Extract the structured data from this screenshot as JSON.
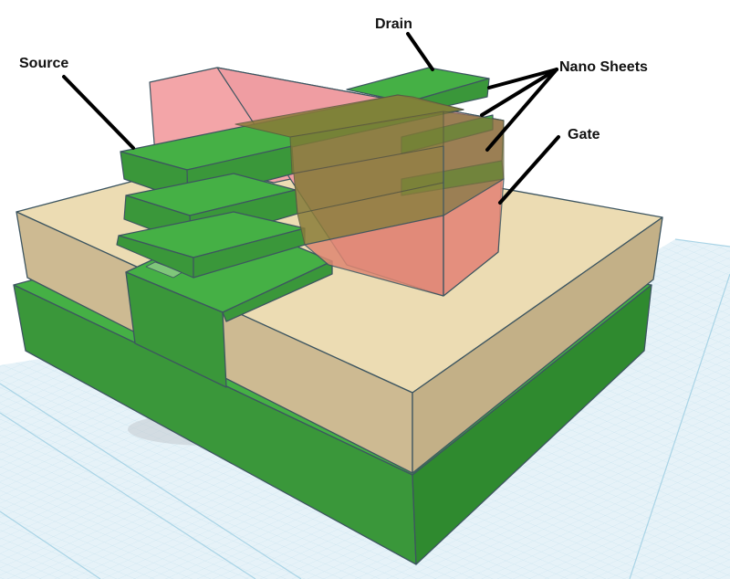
{
  "labels": {
    "drain": "Drain",
    "source": "Source",
    "nano_sheets": "Nano Sheets",
    "gate": "Gate"
  },
  "colors": {
    "workplane": "#e4f1f7",
    "grid_line": "#a9d4e6",
    "green_top": "#45b045",
    "green_side": "#3a973a",
    "green_dark": "#2f8a2f",
    "tan_top": "#ecdcb3",
    "tan_side": "#cdba92",
    "gate_pink": "#f3a5a8",
    "gate_front": "#df8772",
    "gate_overlap": "#8a7a38",
    "edge": "#3d5560",
    "arrow": "#000000"
  }
}
